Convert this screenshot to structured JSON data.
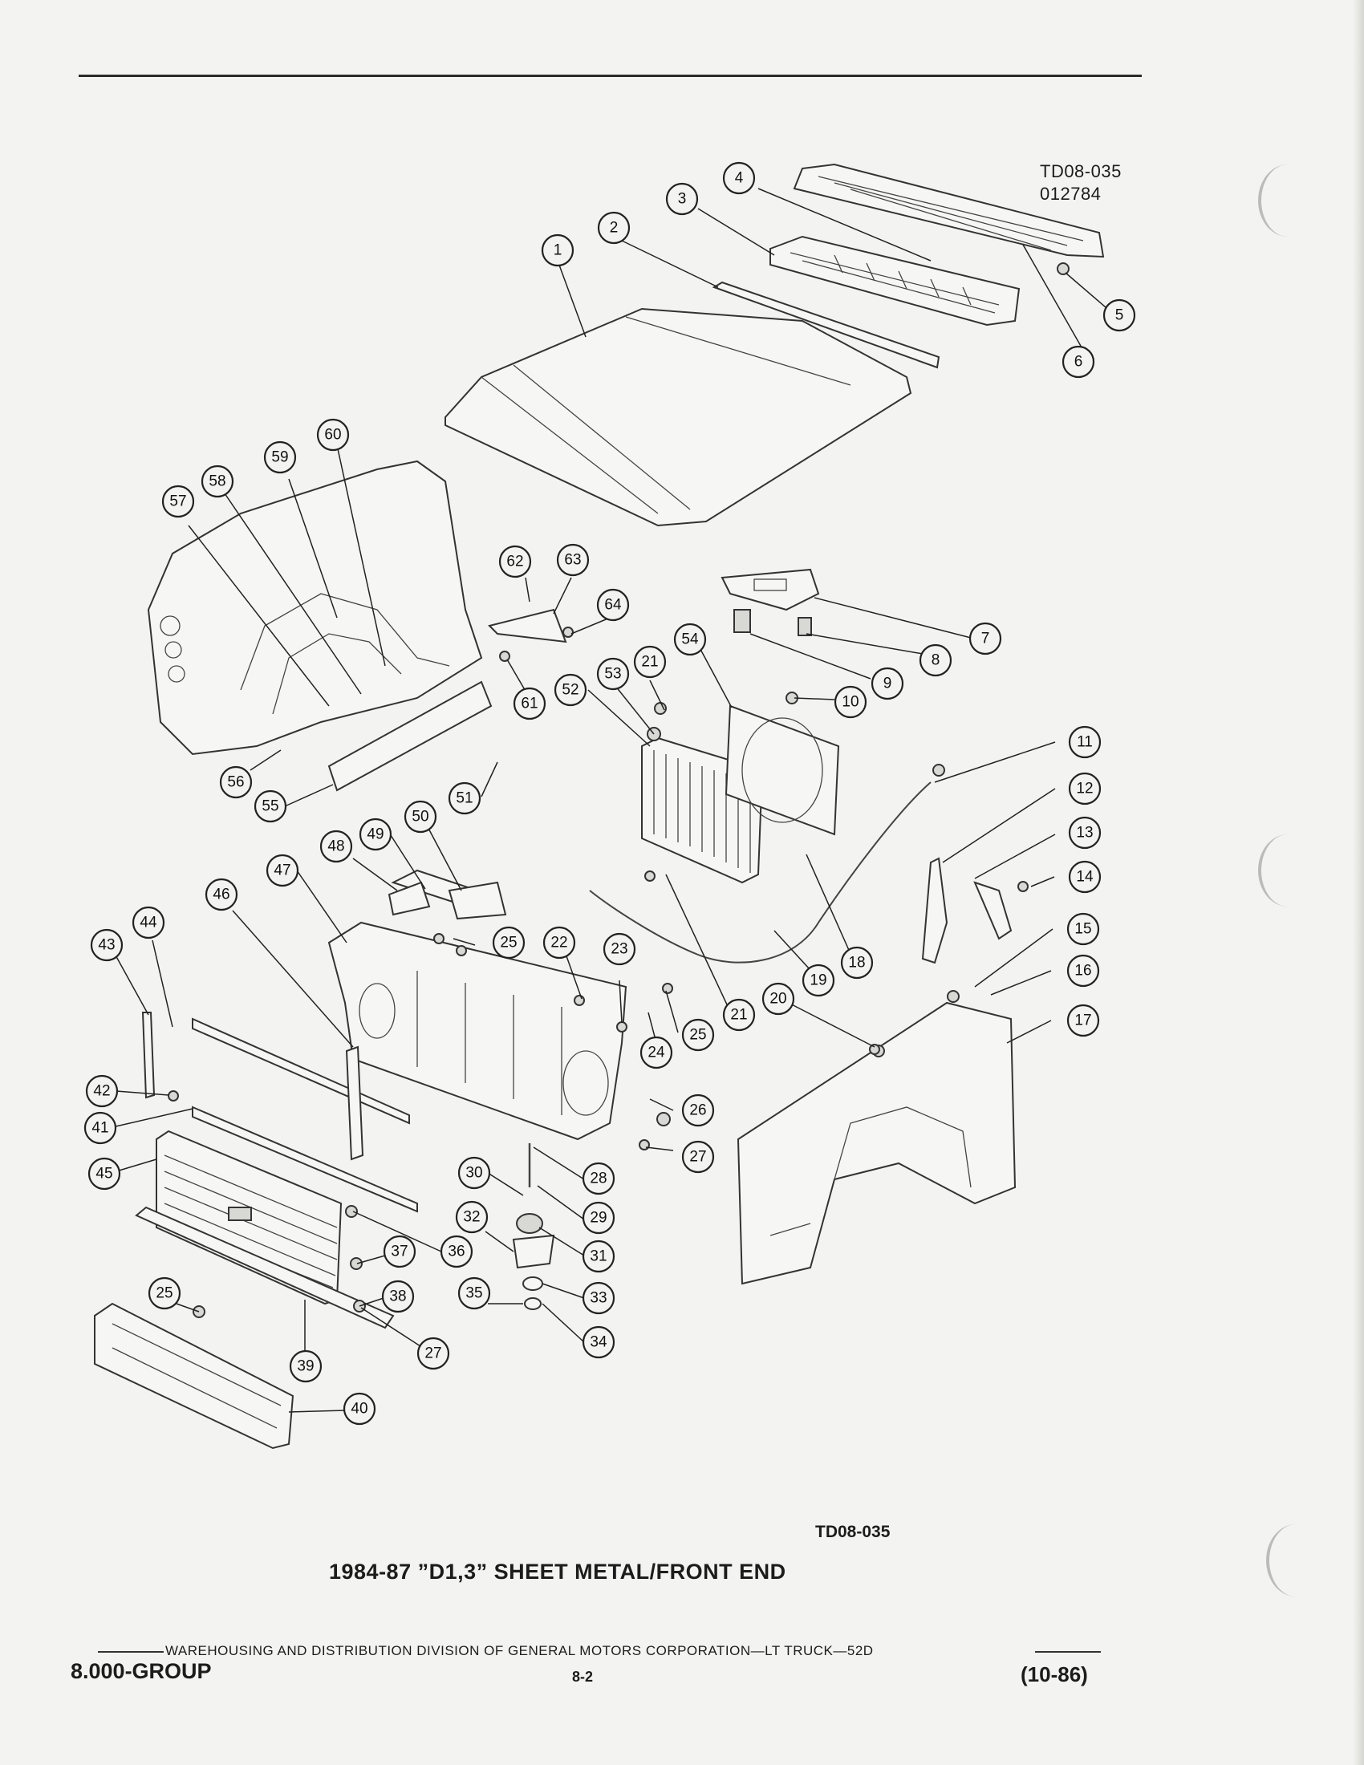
{
  "header": {
    "ref_code": "TD08-035",
    "ref_number": "012784"
  },
  "figure": {
    "code": "TD08-035",
    "title": "1984-87 ”D1,3” SHEET METAL/FRONT END"
  },
  "callouts": [
    "1",
    "2",
    "3",
    "4",
    "5",
    "6",
    "7",
    "8",
    "9",
    "10",
    "11",
    "12",
    "13",
    "14",
    "15",
    "16",
    "17",
    "18",
    "19",
    "20",
    "21",
    "21",
    "22",
    "23",
    "24",
    "25",
    "25",
    "25",
    "26",
    "27",
    "27",
    "28",
    "29",
    "30",
    "31",
    "32",
    "33",
    "34",
    "35",
    "36",
    "37",
    "38",
    "39",
    "40",
    "41",
    "42",
    "43",
    "44",
    "45",
    "46",
    "47",
    "48",
    "49",
    "50",
    "51",
    "52",
    "53",
    "54",
    "55",
    "56",
    "57",
    "58",
    "59",
    "60",
    "61",
    "62",
    "63",
    "64"
  ],
  "footer": {
    "division": "WAREHOUSING AND DISTRIBUTION  DIVISION OF GENERAL MOTORS CORPORATION—LT TRUCK—52D",
    "group": "8.000-GROUP",
    "page": "8-2",
    "date": "(10-86)"
  }
}
